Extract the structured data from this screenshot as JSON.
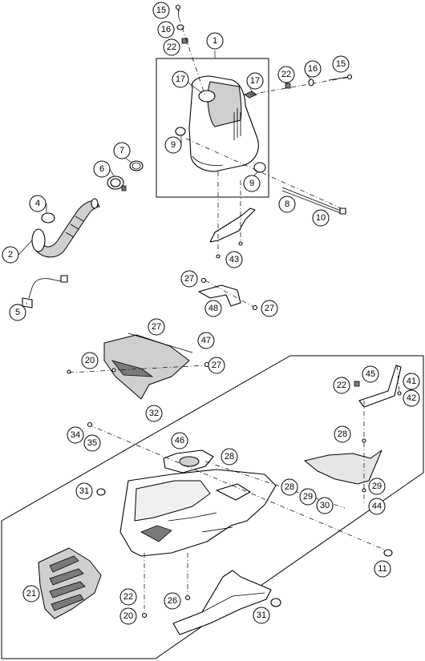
{
  "callouts": [
    {
      "id": "c1",
      "label": "1"
    },
    {
      "id": "c2",
      "label": "2"
    },
    {
      "id": "c4",
      "label": "4"
    },
    {
      "id": "c5",
      "label": "5"
    },
    {
      "id": "c6",
      "label": "6"
    },
    {
      "id": "c7",
      "label": "7"
    },
    {
      "id": "c8",
      "label": "8"
    },
    {
      "id": "c9a",
      "label": "9"
    },
    {
      "id": "c9b",
      "label": "9"
    },
    {
      "id": "c10",
      "label": "10"
    },
    {
      "id": "c11",
      "label": "11"
    },
    {
      "id": "c15a",
      "label": "15"
    },
    {
      "id": "c15b",
      "label": "15"
    },
    {
      "id": "c16a",
      "label": "16"
    },
    {
      "id": "c16b",
      "label": "16"
    },
    {
      "id": "c17a",
      "label": "17"
    },
    {
      "id": "c17b",
      "label": "17"
    },
    {
      "id": "c20a",
      "label": "20"
    },
    {
      "id": "c20b",
      "label": "20"
    },
    {
      "id": "c21",
      "label": "21"
    },
    {
      "id": "c22a",
      "label": "22"
    },
    {
      "id": "c22b",
      "label": "22"
    },
    {
      "id": "c22c",
      "label": "22"
    },
    {
      "id": "c22d",
      "label": "22"
    },
    {
      "id": "c26",
      "label": "26"
    },
    {
      "id": "c27a",
      "label": "27"
    },
    {
      "id": "c27b",
      "label": "27"
    },
    {
      "id": "c27c",
      "label": "27"
    },
    {
      "id": "c27d",
      "label": "27"
    },
    {
      "id": "c28a",
      "label": "28"
    },
    {
      "id": "c28b",
      "label": "28"
    },
    {
      "id": "c28c",
      "label": "28"
    },
    {
      "id": "c29a",
      "label": "29"
    },
    {
      "id": "c29b",
      "label": "29"
    },
    {
      "id": "c30",
      "label": "30"
    },
    {
      "id": "c31a",
      "label": "31"
    },
    {
      "id": "c31b",
      "label": "31"
    },
    {
      "id": "c32",
      "label": "32"
    },
    {
      "id": "c34",
      "label": "34"
    },
    {
      "id": "c35",
      "label": "35"
    },
    {
      "id": "c41",
      "label": "41"
    },
    {
      "id": "c42",
      "label": "42"
    },
    {
      "id": "c43",
      "label": "43"
    },
    {
      "id": "c44",
      "label": "44"
    },
    {
      "id": "c45",
      "label": "45"
    },
    {
      "id": "c46",
      "label": "46"
    },
    {
      "id": "c47",
      "label": "47"
    },
    {
      "id": "c48",
      "label": "48"
    }
  ]
}
